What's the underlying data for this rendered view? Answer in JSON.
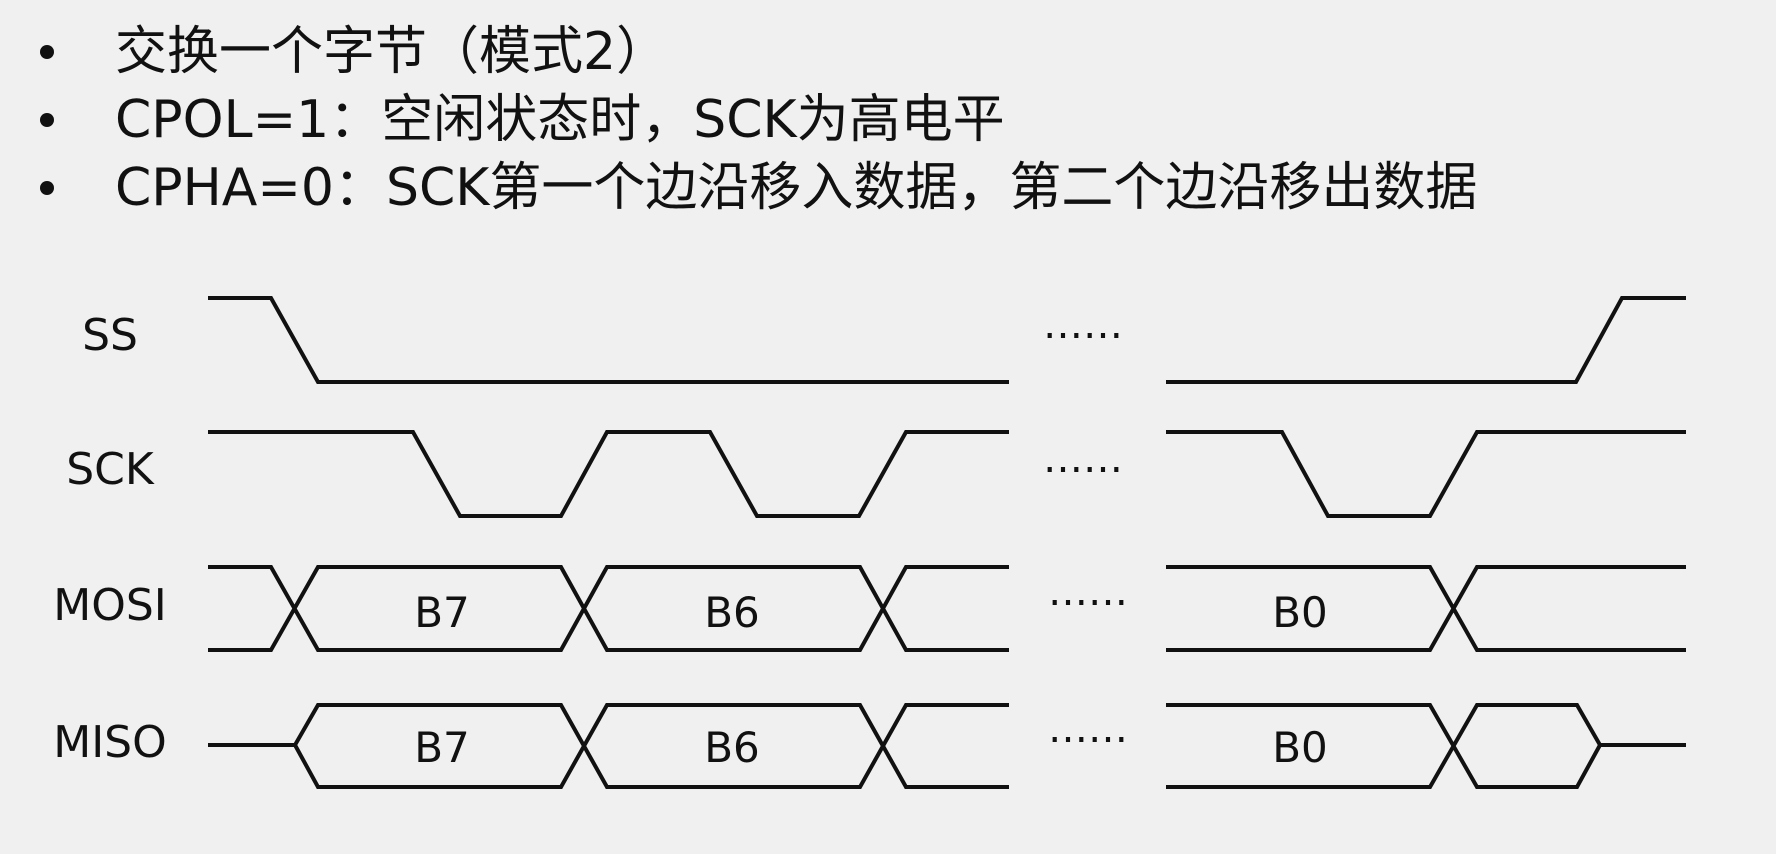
{
  "bullets": [
    "交换一个字节（模式2）",
    "CPOL=1：空闲状态时，SCK为高电平",
    "CPHA=0：SCK第一个边沿移入数据，第二个边沿移出数据"
  ],
  "signals": {
    "ss": "SS",
    "sck": "SCK",
    "mosi": "MOSI",
    "miso": "MISO"
  },
  "bits": {
    "mosi": [
      "B7",
      "B6",
      "B0"
    ],
    "miso": [
      "B7",
      "B6",
      "B0"
    ]
  },
  "ellipsis": "……",
  "colors": {
    "background": "#f0f0f0",
    "ink": "#111111"
  }
}
